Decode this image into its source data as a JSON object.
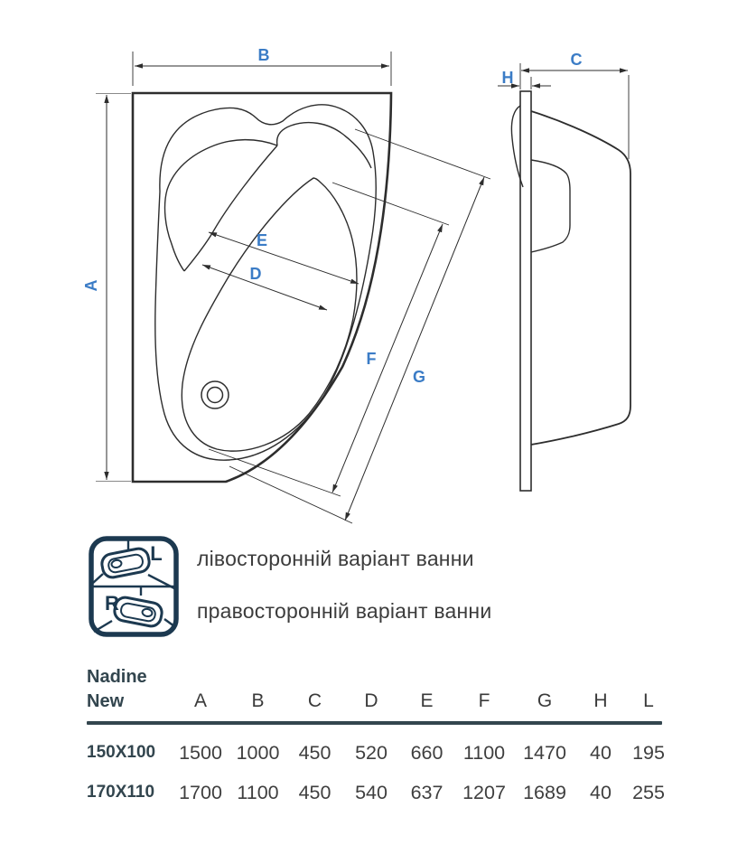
{
  "colors": {
    "accent_blue": "#3b7cc6",
    "line_dark": "#2d2d2d",
    "icon_navy": "#1c3950",
    "table_slate": "#32454e",
    "text_gray": "#3c3c3c"
  },
  "diagram": {
    "labels": {
      "A": "A",
      "B": "B",
      "C": "C",
      "D": "D",
      "E": "E",
      "F": "F",
      "G": "G",
      "H": "H"
    }
  },
  "legend": {
    "icon": {
      "left_letter": "L",
      "right_letter": "R"
    },
    "items": [
      {
        "text": "лівосторонній варіант ванни"
      },
      {
        "text": "правосторонній варіант ванни"
      }
    ]
  },
  "table": {
    "title_line1": "Nadine",
    "title_line2": "New",
    "columns": [
      "A",
      "B",
      "C",
      "D",
      "E",
      "F",
      "G",
      "H",
      "L"
    ],
    "rows": [
      {
        "label": "150X100",
        "values": [
          "1500",
          "1000",
          "450",
          "520",
          "660",
          "1100",
          "1470",
          "40",
          "195"
        ]
      },
      {
        "label": "170X110",
        "values": [
          "1700",
          "1100",
          "450",
          "540",
          "637",
          "1207",
          "1689",
          "40",
          "255"
        ]
      }
    ]
  }
}
